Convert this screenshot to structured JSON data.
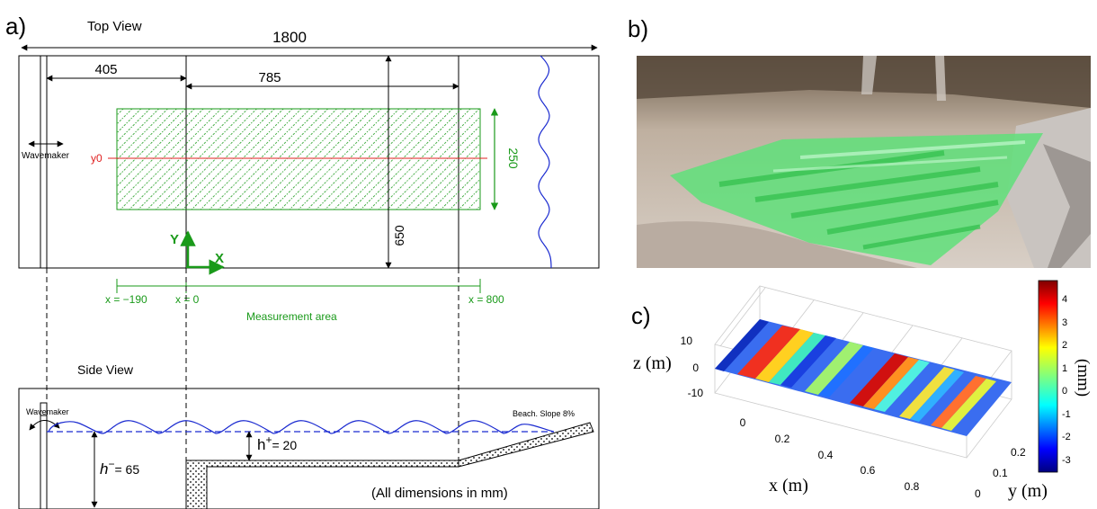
{
  "panel_a": {
    "label": "a)",
    "top_view_title": "Top View",
    "total_length": "1800",
    "dim_405": "405",
    "dim_785": "785",
    "dim_250": "250",
    "dim_650": "650",
    "wavemaker_label": "Wavemaker",
    "y0_label": "y0",
    "axis_y_label": "Y",
    "axis_x_label": "X",
    "x_marks": [
      "x = −190",
      "x = 0",
      "x = 800"
    ],
    "measurement_area_label": "Measurement area",
    "side_view_title": "Side View",
    "side_wavemaker_label": "Wavemaker",
    "beach_label": "Beach. Slope 8%",
    "h_plus_label": "h",
    "h_plus_sup": "+",
    "h_plus_value": "= 20",
    "h_minus_label": "h",
    "h_minus_sup": "−",
    "h_minus_value": "= 65",
    "dimensions_note": "(All dimensions in mm)"
  },
  "panel_b": {
    "label": "b)"
  },
  "panel_c": {
    "label": "c)",
    "z_axis_label": "z (m)",
    "x_axis_label": "x (m)",
    "y_axis_label": "y (m)",
    "z_ticks": [
      "10",
      "0",
      "-10"
    ],
    "x_ticks": [
      "0",
      "0.2",
      "0.4",
      "0.6",
      "0.8"
    ],
    "y_ticks": [
      "0",
      "0.1",
      "0.2"
    ],
    "colorbar_label": "(mm)",
    "colorbar_ticks": [
      "4",
      "3",
      "2",
      "1",
      "0",
      "-1",
      "-2",
      "-3"
    ]
  },
  "colors": {
    "green": "#1a9a1a",
    "red": "#e02020",
    "blue": "#1a2ad0",
    "black": "#000000"
  }
}
